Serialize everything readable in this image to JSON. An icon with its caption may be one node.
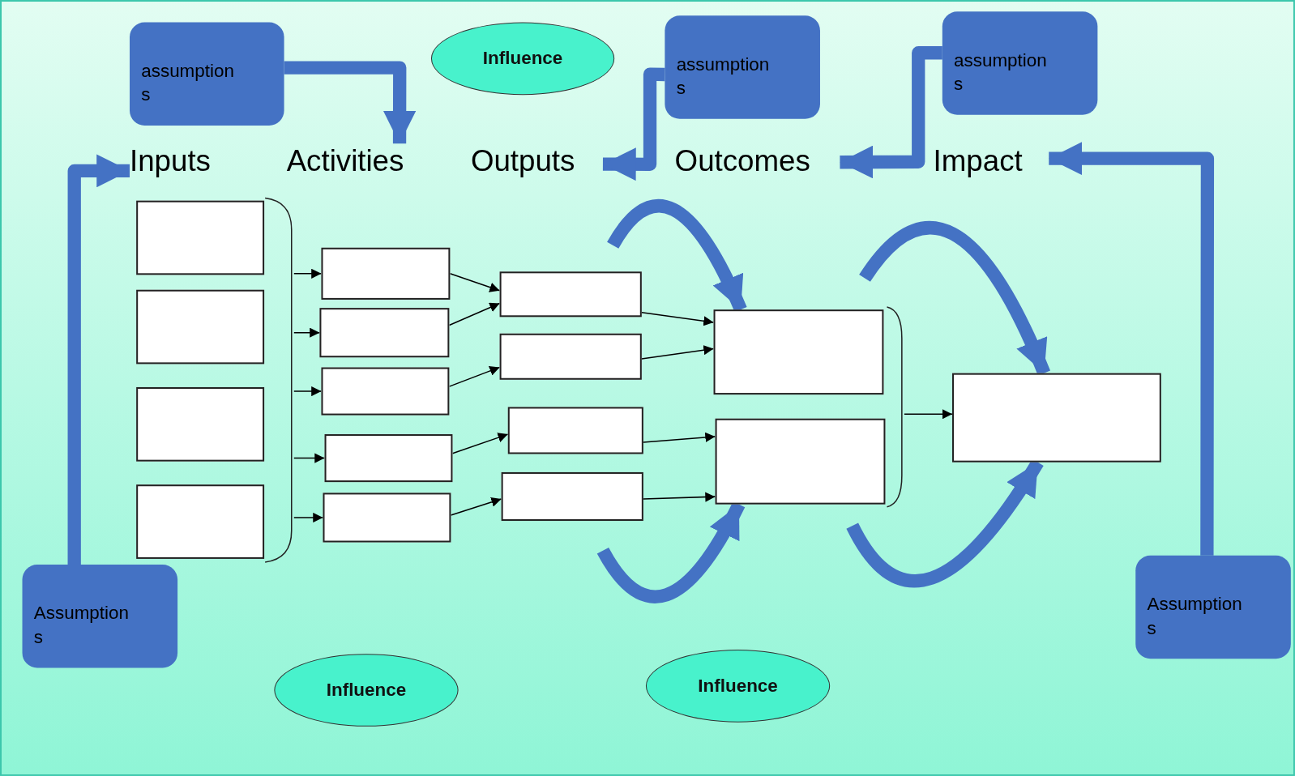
{
  "diagram": {
    "nodes": [
      {
        "text": [
          "assumption s"
        ]
      },
      {
        "text": [
          "Influence"
        ]
      },
      {
        "text": [
          "assumption s"
        ]
      },
      {
        "text": [
          "assumption s"
        ]
      },
      {
        "text": [
          "Inputs"
        ]
      },
      {
        "text": [
          "Activities"
        ]
      },
      {
        "text": [
          "Outputs"
        ]
      },
      {
        "text": [
          "Outcomes"
        ]
      },
      {
        "text": [
          "Impact"
        ]
      },
      {
        "text": [],
        "shape": "box"
      },
      {
        "text": [],
        "shape": "box"
      },
      {
        "text": [],
        "shape": "box"
      },
      {
        "text": [],
        "shape": "box"
      },
      {
        "text": [],
        "shape": "box"
      },
      {
        "text": [],
        "shape": "box"
      },
      {
        "text": [],
        "shape": "box"
      },
      {
        "text": [],
        "shape": "box"
      },
      {
        "text": [],
        "shape": "box"
      },
      {
        "text": [],
        "shape": "box"
      },
      {
        "text": [],
        "shape": "box"
      },
      {
        "text": [],
        "shape": "box"
      },
      {
        "text": [],
        "shape": "box"
      },
      {
        "text": [],
        "shape": "box"
      },
      {
        "text": [],
        "shape": "box"
      },
      {
        "text": [],
        "shape": "box"
      },
      {
        "text": [
          "Assumption s"
        ]
      },
      {
        "text": [
          "Assumption s"
        ]
      },
      {
        "text": [
          "Influence"
        ]
      },
      {
        "text": [
          "Influence"
        ]
      },
      {
        "text": [],
        "shape": "bracket"
      },
      {
        "text": [],
        "shape": "bracket"
      }
    ],
    "edges": [
      {
        "from": 0,
        "to": 5,
        "arrow": "to",
        "style": "thick",
        "color": "#4472c4"
      },
      {
        "from": 2,
        "to": 6,
        "arrow": "to",
        "style": "thick",
        "color": "#4472c4"
      },
      {
        "from": 3,
        "to": 7,
        "arrow": "to",
        "style": "thick",
        "color": "#4472c4"
      },
      {
        "from": 25,
        "to": 4,
        "arrow": "to",
        "style": "thick",
        "color": "#4472c4"
      },
      {
        "from": 26,
        "to": 8,
        "arrow": "to",
        "style": "thick",
        "color": "#4472c4"
      },
      {
        "from": 29,
        "to": 13,
        "arrow": "to"
      },
      {
        "from": 29,
        "to": 14,
        "arrow": "to"
      },
      {
        "from": 29,
        "to": 15,
        "arrow": "to"
      },
      {
        "from": 29,
        "to": 16,
        "arrow": "to"
      },
      {
        "from": 29,
        "to": 17,
        "arrow": "to"
      },
      {
        "from": 13,
        "to": 18,
        "arrow": "to"
      },
      {
        "from": 14,
        "to": 18,
        "arrow": "to"
      },
      {
        "from": 15,
        "to": 19,
        "arrow": "to"
      },
      {
        "from": 16,
        "to": 20,
        "arrow": "to"
      },
      {
        "from": 17,
        "to": 21,
        "arrow": "to"
      },
      {
        "from": 18,
        "to": 22,
        "arrow": "to"
      },
      {
        "from": 19,
        "to": 22,
        "arrow": "to"
      },
      {
        "from": 20,
        "to": 23,
        "arrow": "to"
      },
      {
        "from": 21,
        "to": 23,
        "arrow": "to"
      },
      {
        "from": 30,
        "to": 24,
        "arrow": "to"
      },
      {
        "from": null,
        "to": 22,
        "arrow": "to",
        "style": "thick",
        "color": "#4472c4"
      },
      {
        "from": null,
        "to": 23,
        "arrow": "to",
        "style": "thick",
        "color": "#4472c4"
      },
      {
        "from": null,
        "to": 24,
        "arrow": "to",
        "style": "thick",
        "color": "#4472c4"
      },
      {
        "from": null,
        "to": 24,
        "arrow": "to",
        "style": "thick",
        "color": "#4472c4"
      }
    ]
  }
}
